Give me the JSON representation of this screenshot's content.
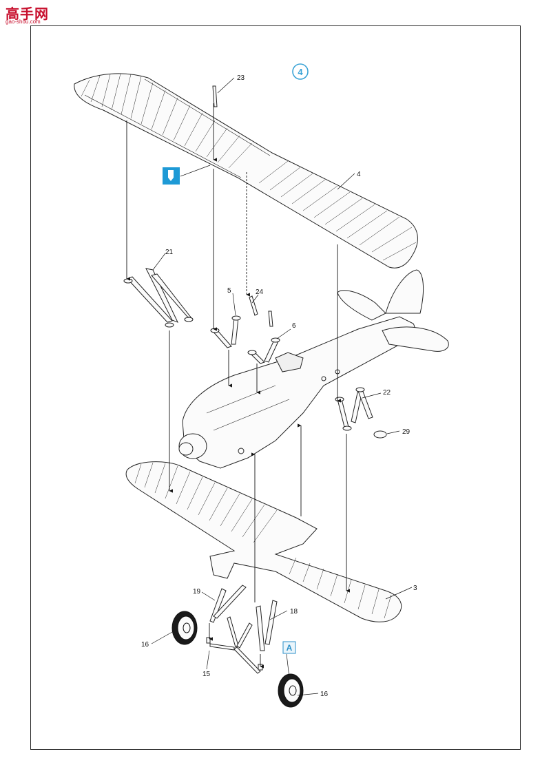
{
  "watermark": {
    "main": "高手网",
    "sub": "gao-shou.com"
  },
  "step_number": "4",
  "callout_letter": "A",
  "colors": {
    "accent": "#3aa3d6",
    "glue_icon": "#1e9ad6",
    "line": "#222222"
  },
  "part_labels": {
    "p23": "23",
    "p4": "4",
    "p21": "21",
    "p5": "5",
    "p24": "24",
    "p6": "6",
    "p22": "22",
    "p29": "29",
    "p3": "3",
    "p19": "19",
    "p18": "18",
    "p16a": "16",
    "p15": "15",
    "p16b": "16"
  },
  "icons": [
    "glue-icon"
  ]
}
